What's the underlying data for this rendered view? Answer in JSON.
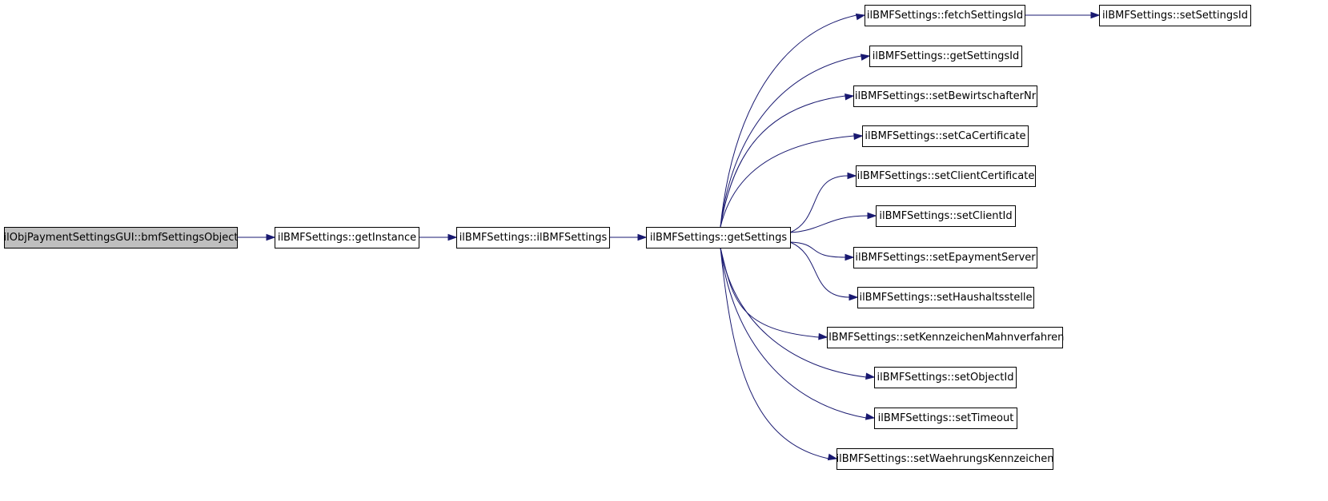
{
  "diagram": {
    "colors": {
      "edge": "#191970",
      "node_fill": "#ffffff",
      "root_fill": "#bfbfbf",
      "border": "#000000"
    },
    "nodes": [
      {
        "id": "root",
        "label": "ilObjPaymentSettingsGUI::bmfSettingsObject",
        "highlight": true
      },
      {
        "id": "getInstance",
        "label": "ilBMFSettings::getInstance"
      },
      {
        "id": "ctor",
        "label": "ilBMFSettings::ilBMFSettings"
      },
      {
        "id": "getSettings",
        "label": "ilBMFSettings::getSettings"
      },
      {
        "id": "fetchSettingsId",
        "label": "ilBMFSettings::fetchSettingsId"
      },
      {
        "id": "setSettingsId",
        "label": "ilBMFSettings::setSettingsId"
      },
      {
        "id": "getSettingsId",
        "label": "ilBMFSettings::getSettingsId"
      },
      {
        "id": "setBewirtschafterNr",
        "label": "ilBMFSettings::setBewirtschafterNr"
      },
      {
        "id": "setCaCertificate",
        "label": "ilBMFSettings::setCaCertificate"
      },
      {
        "id": "setClientCertificate",
        "label": "ilBMFSettings::setClientCertificate"
      },
      {
        "id": "setClientId",
        "label": "ilBMFSettings::setClientId"
      },
      {
        "id": "setEpaymentServer",
        "label": "ilBMFSettings::setEpaymentServer"
      },
      {
        "id": "setHaushaltsstelle",
        "label": "ilBMFSettings::setHaushaltsstelle"
      },
      {
        "id": "setKennzeichenMahnverfahren",
        "label": "ilBMFSettings::setKennzeichenMahnverfahren"
      },
      {
        "id": "setObjectId",
        "label": "ilBMFSettings::setObjectId"
      },
      {
        "id": "setTimeout",
        "label": "ilBMFSettings::setTimeout"
      },
      {
        "id": "setWaehrungsKennzeichen",
        "label": "ilBMFSettings::setWaehrungsKennzeichen"
      }
    ],
    "edges": [
      {
        "from": "root",
        "to": "getInstance"
      },
      {
        "from": "getInstance",
        "to": "ctor"
      },
      {
        "from": "ctor",
        "to": "getSettings"
      },
      {
        "from": "getSettings",
        "to": "fetchSettingsId"
      },
      {
        "from": "fetchSettingsId",
        "to": "setSettingsId"
      },
      {
        "from": "getSettings",
        "to": "getSettingsId"
      },
      {
        "from": "getSettings",
        "to": "setBewirtschafterNr"
      },
      {
        "from": "getSettings",
        "to": "setCaCertificate"
      },
      {
        "from": "getSettings",
        "to": "setClientCertificate"
      },
      {
        "from": "getSettings",
        "to": "setClientId"
      },
      {
        "from": "getSettings",
        "to": "setEpaymentServer"
      },
      {
        "from": "getSettings",
        "to": "setHaushaltsstelle"
      },
      {
        "from": "getSettings",
        "to": "setKennzeichenMahnverfahren"
      },
      {
        "from": "getSettings",
        "to": "setObjectId"
      },
      {
        "from": "getSettings",
        "to": "setTimeout"
      },
      {
        "from": "getSettings",
        "to": "setWaehrungsKennzeichen"
      }
    ]
  }
}
